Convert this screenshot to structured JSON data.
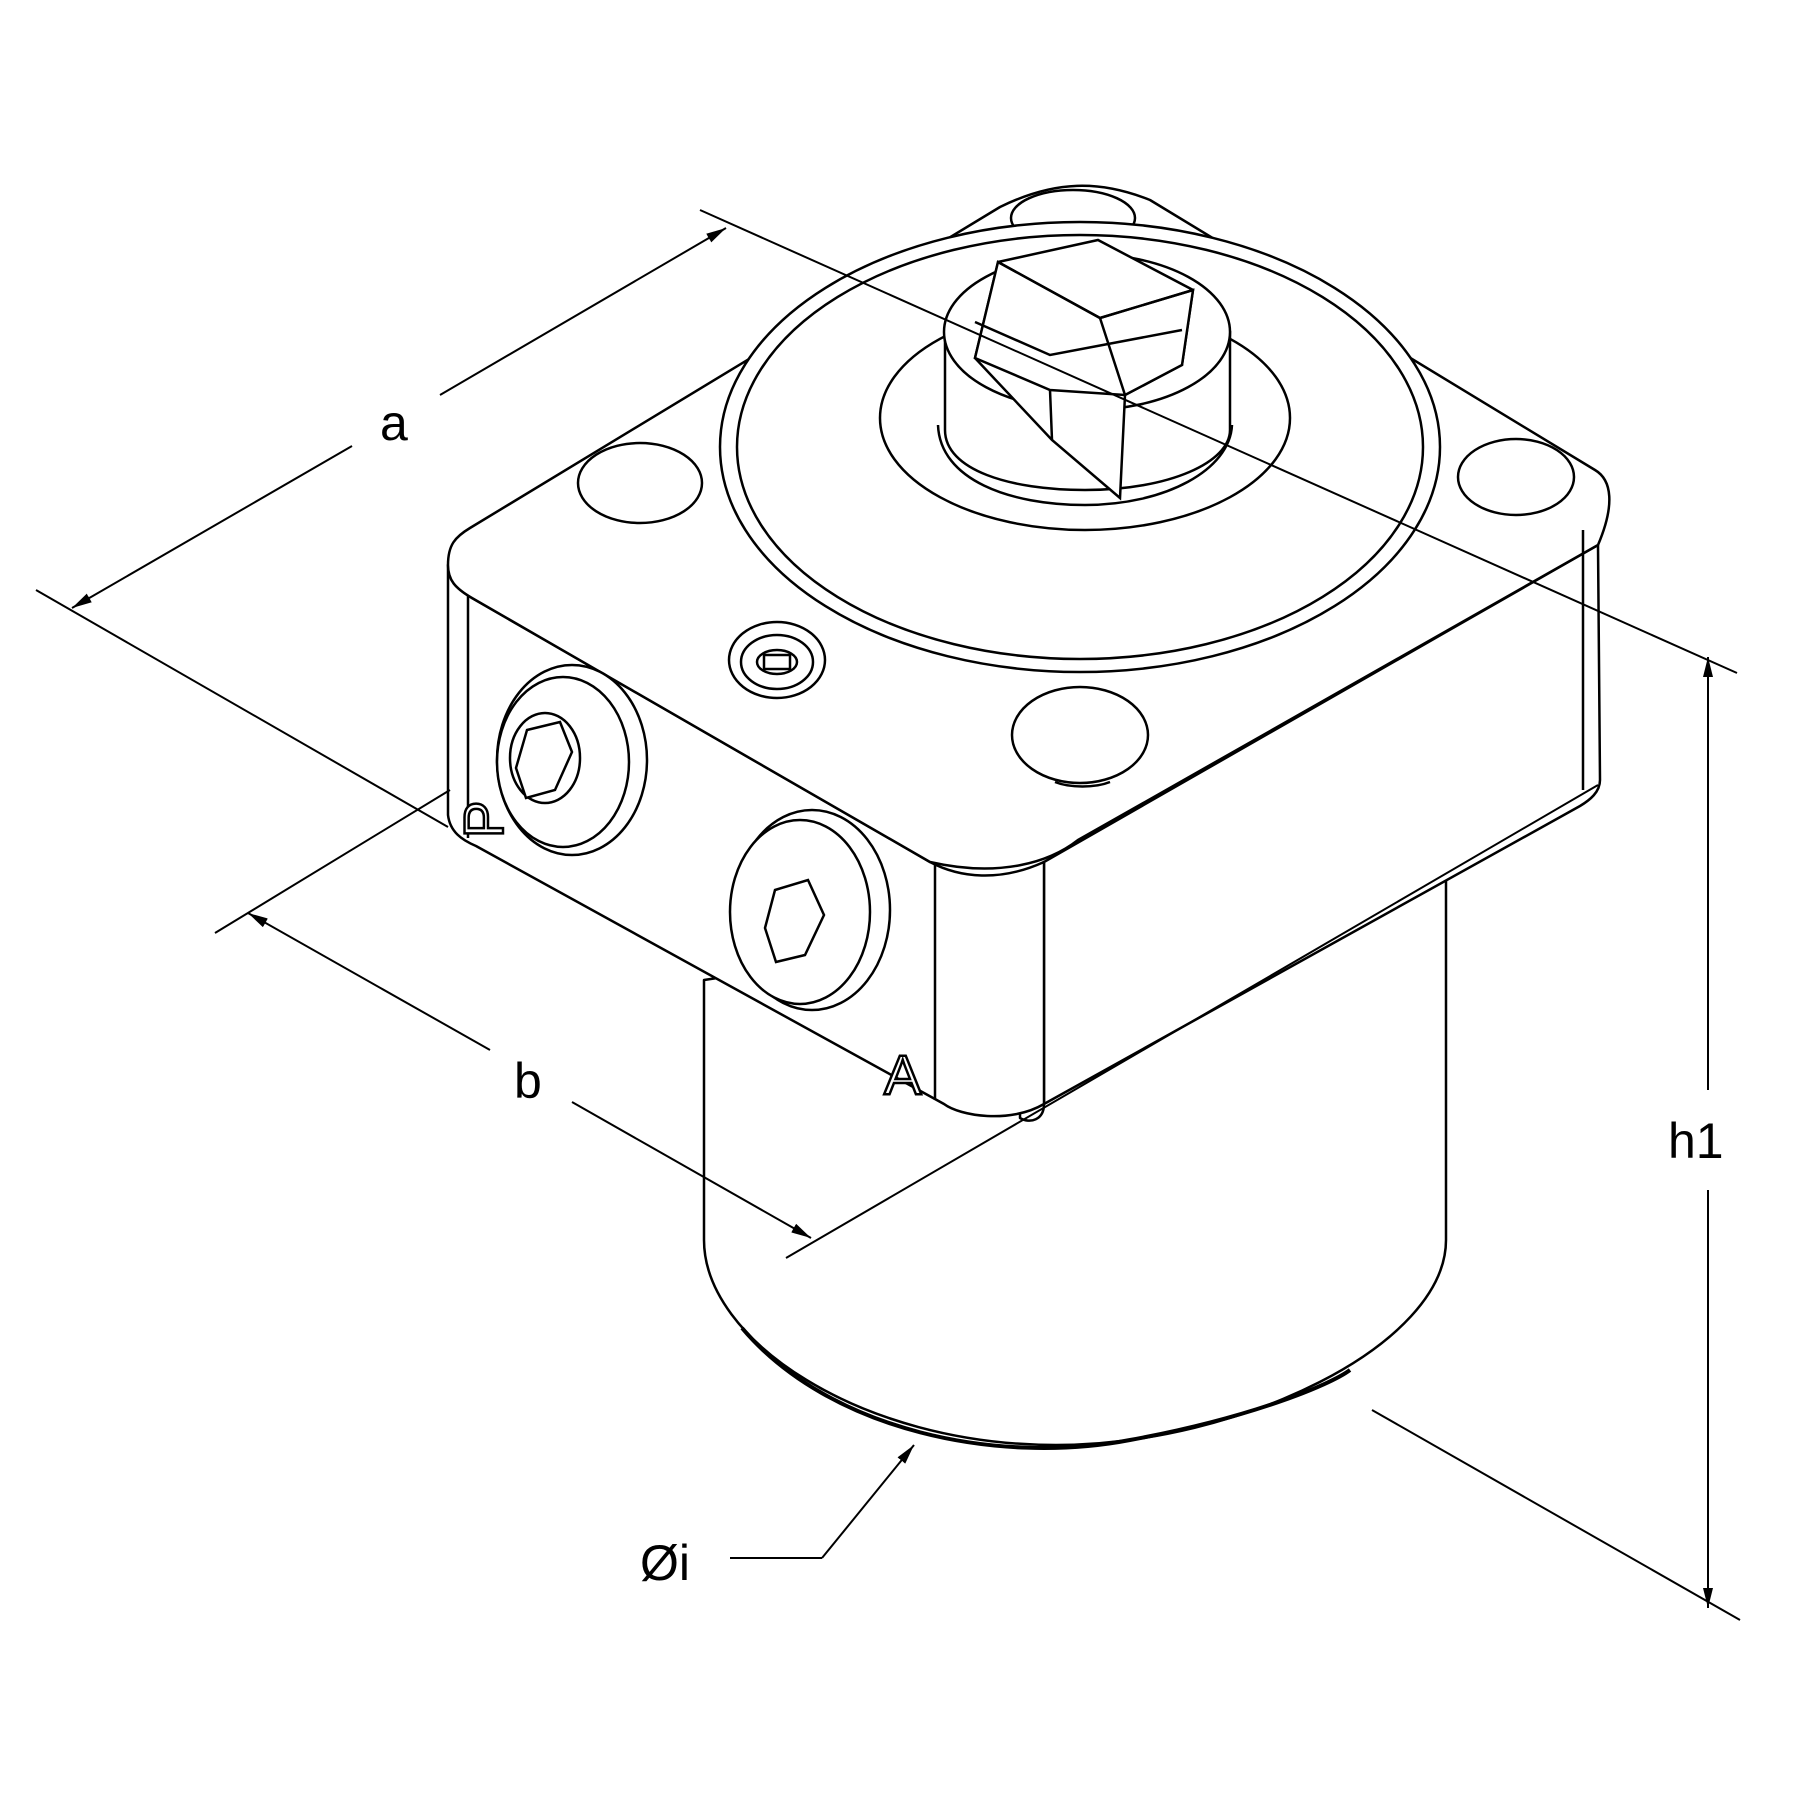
{
  "diagram": {
    "dimensions": {
      "a": "a",
      "b": "b",
      "h1": "h1",
      "diameter": "Øi"
    },
    "ports": {
      "p": "P",
      "a": "A"
    },
    "colors": {
      "line": "#000000",
      "background": "#ffffff"
    }
  }
}
